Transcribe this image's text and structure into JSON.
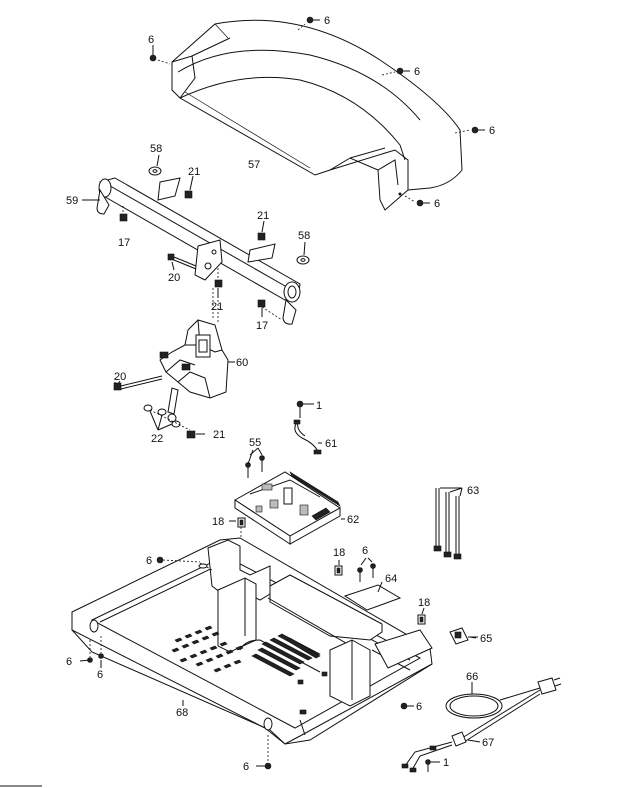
{
  "labels": {
    "l6a": "6",
    "l6b": "6",
    "l6c": "6",
    "l6d": "6",
    "l6e": "6",
    "l57": "57",
    "l58a": "58",
    "l21a": "21",
    "l59": "59",
    "l17a": "17",
    "l21b": "21",
    "l58b": "58",
    "l20a": "20",
    "l21c": "21",
    "l17b": "17",
    "l60": "60",
    "l20b": "20",
    "l22": "22",
    "l21d": "21",
    "l1a": "1",
    "l61": "61",
    "l55": "55",
    "l18a": "18",
    "l62": "62",
    "l63": "63",
    "l6f": "6",
    "l18b": "18",
    "l6g": "6",
    "l64": "64",
    "l18c": "18",
    "l65": "65",
    "l6h": "6",
    "l6i": "6",
    "l68": "68",
    "l66": "66",
    "l6j": "6",
    "l67": "67",
    "l6k": "6",
    "l1b": "1"
  }
}
